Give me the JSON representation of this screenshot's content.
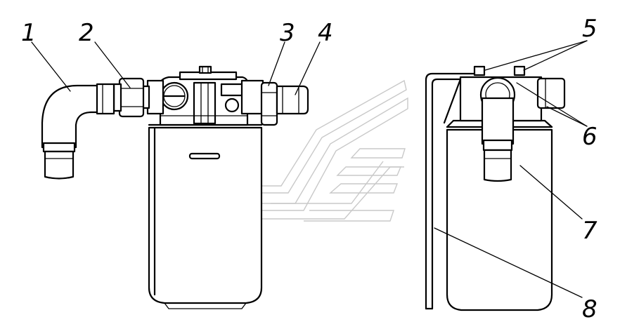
{
  "callouts": [
    {
      "id": "1",
      "label": "1"
    },
    {
      "id": "2",
      "label": "2"
    },
    {
      "id": "3",
      "label": "3"
    },
    {
      "id": "4",
      "label": "4"
    },
    {
      "id": "5",
      "label": "5"
    },
    {
      "id": "6",
      "label": "6"
    },
    {
      "id": "7",
      "label": "7"
    },
    {
      "id": "8",
      "label": "8"
    }
  ],
  "colors": {
    "line": "#000000",
    "watermark": "#c9c9c9",
    "background": "#ffffff"
  }
}
